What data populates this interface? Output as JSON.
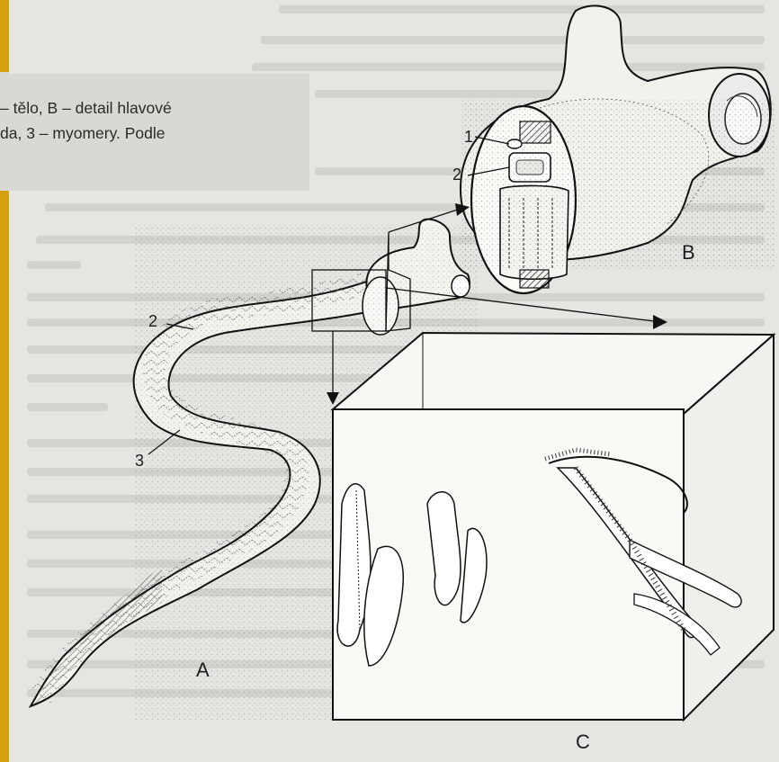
{
  "caption": {
    "line1": "– tělo, B – detail hlavové",
    "line2": "da, 3 – myomery. Podle"
  },
  "figure": {
    "label_a": "A",
    "label_b": "B",
    "label_c": "C",
    "callout_1": "1",
    "callout_2_head": "2",
    "callout_2_body": "2",
    "callout_3": "3"
  },
  "colors": {
    "accent_bar": "#d4a011",
    "page": "#e6e5e1",
    "ink": "#1e1e1e"
  }
}
